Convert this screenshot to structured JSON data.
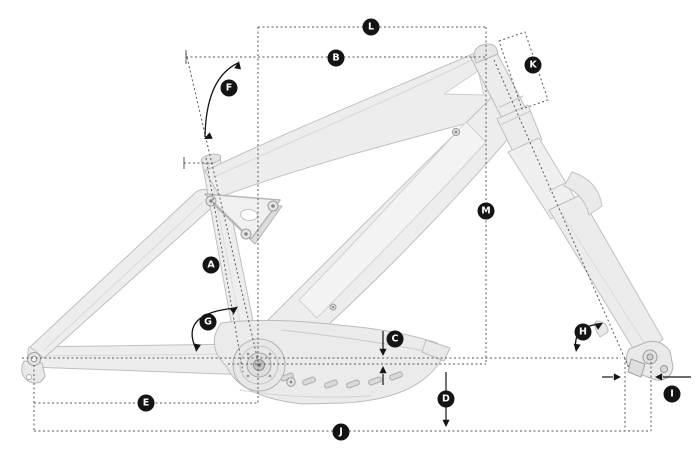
{
  "diagram": {
    "name": "bike-frame-geometry-diagram",
    "colors": {
      "background": "#ffffff",
      "badge_bg": "#141414",
      "badge_text": "#ffffff",
      "dash_line": "#5a5a5a",
      "frame_fill": "#ededed",
      "frame_outline": "#c0c0c0"
    },
    "badges": [
      {
        "label": "A"
      },
      {
        "label": "B"
      },
      {
        "label": "C"
      },
      {
        "label": "D"
      },
      {
        "label": "E"
      },
      {
        "label": "F"
      },
      {
        "label": "G"
      },
      {
        "label": "H"
      },
      {
        "label": "I"
      },
      {
        "label": "J"
      },
      {
        "label": "K"
      },
      {
        "label": "L"
      },
      {
        "label": "M"
      }
    ]
  }
}
